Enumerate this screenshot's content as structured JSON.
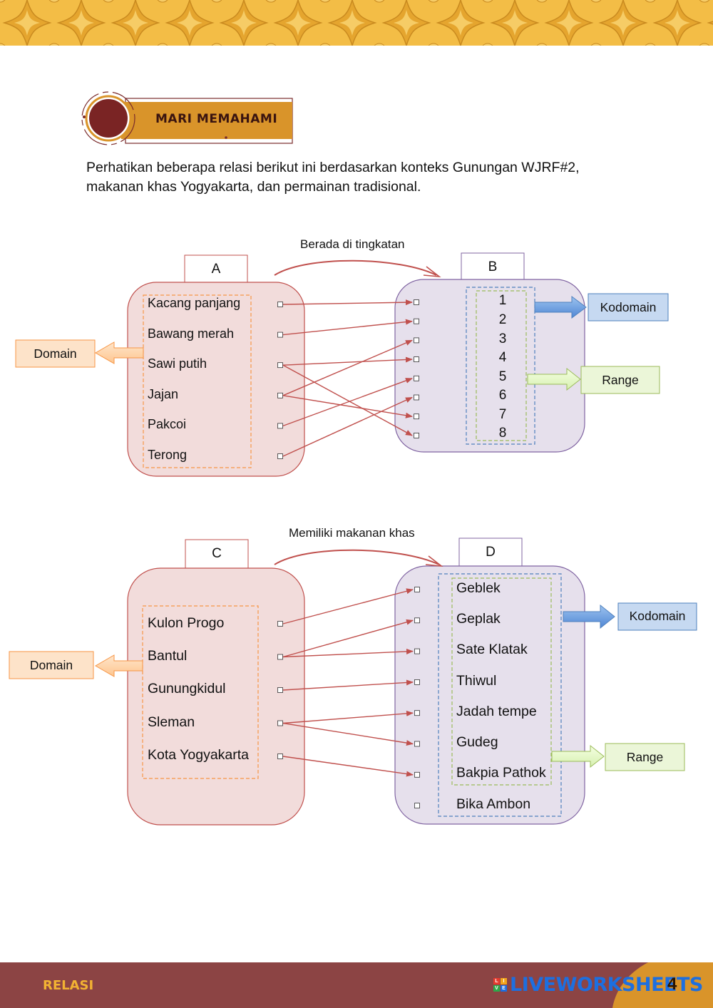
{
  "section": {
    "title": "MARI MEMAHAMI"
  },
  "intro": {
    "line1": "Perhatikan beberapa relasi berikut ini berdasarkan konteks Gunungan WJRF#2,",
    "line2": "makanan khas Yogyakarta, dan permainan tradisional."
  },
  "diagram1": {
    "relation": "Berada di tingkatan",
    "setA": "A",
    "setB": "B",
    "domainItems": [
      "Kacang panjang",
      "Bawang merah",
      "Sawi putih",
      "Jajan",
      "Pakcoi",
      "Terong"
    ],
    "codomainItems": [
      "1",
      "2",
      "3",
      "4",
      "5",
      "6",
      "7",
      "8"
    ],
    "pairs": [
      [
        0,
        0
      ],
      [
        1,
        1
      ],
      [
        2,
        3
      ],
      [
        2,
        7
      ],
      [
        3,
        2
      ],
      [
        3,
        6
      ],
      [
        4,
        4
      ],
      [
        5,
        5
      ]
    ],
    "domainTag": "Domain",
    "codomainTag": "Kodomain",
    "rangeTag": "Range"
  },
  "diagram2": {
    "relation": "Memiliki makanan khas",
    "setC": "C",
    "setD": "D",
    "domainItems": [
      "Kulon Progo",
      "Bantul",
      "Gunungkidul",
      "Sleman",
      "Kota Yogyakarta"
    ],
    "codomainItems": [
      "Geblek",
      "Geplak",
      "Sate Klatak",
      "Thiwul",
      "Jadah tempe",
      "Gudeg",
      "Bakpia Pathok",
      "Bika Ambon"
    ],
    "pairs": [
      [
        0,
        0
      ],
      [
        1,
        1
      ],
      [
        1,
        2
      ],
      [
        2,
        3
      ],
      [
        3,
        4
      ],
      [
        3,
        5
      ],
      [
        4,
        6
      ]
    ],
    "domainTag": "Domain",
    "codomainTag": "Kodomain",
    "rangeTag": "Range"
  },
  "footer": {
    "title": "RELASI",
    "page": "4",
    "brand": "LIVEWORKSHEETS",
    "brand_letters": [
      "L",
      "I",
      "V",
      "E"
    ]
  },
  "colors": {
    "band": "#f0b840",
    "accent": "#d9942a",
    "domainFill": "#f2dcdb",
    "codomainFill": "#e6e0ec",
    "arrow": "#c0504d",
    "footer": "#8c4444",
    "brand": "#1d6fe0"
  }
}
